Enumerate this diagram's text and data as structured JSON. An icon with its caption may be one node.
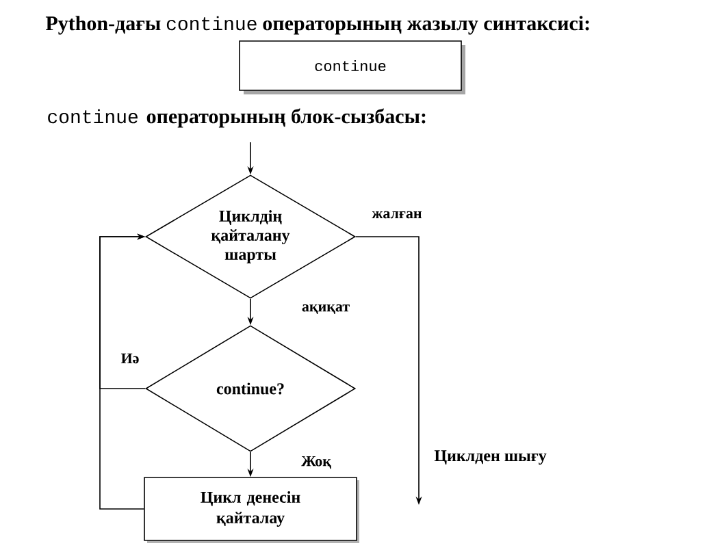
{
  "diagram": {
    "nodes": [
      {
        "text": [
          "continue"
        ]
      },
      {
        "text": [
          "Циклдің қайталану шарты"
        ]
      },
      {
        "text": [
          "continue?"
        ]
      },
      {
        "text": [
          "Цикл денесін қайталау"
        ]
      }
    ],
    "edges": [
      {
        "from": null,
        "to": 1,
        "arrow": "to"
      },
      {
        "from": 1,
        "to": 2,
        "arrow": "to",
        "label": "ақиқат"
      },
      {
        "from": 1,
        "to": null,
        "arrow": "to",
        "label": "жалған"
      },
      {
        "from": 2,
        "to": 3,
        "arrow": "to",
        "label": "Жоқ"
      },
      {
        "from": 2,
        "to": 1,
        "arrow": "to",
        "label": "Иә"
      },
      {
        "from": 3,
        "to": 1,
        "arrow": "to"
      }
    ],
    "labels": [
      "Python-дағы",
      "continue",
      "операторының жазылу синтаксисі:",
      "continue",
      "операторының блок-сызбасы:",
      "Циклден шығу"
    ]
  }
}
